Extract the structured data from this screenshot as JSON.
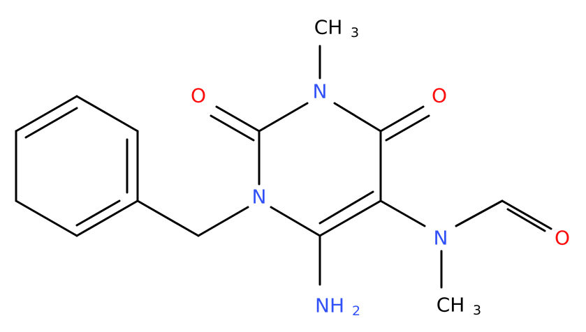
{
  "colors": {
    "bond": "#000000",
    "nitrogen": "#3050f8",
    "oxygen": "#ff0d0d",
    "carbon": "#000000"
  },
  "atom_labels": {
    "n_top": "N",
    "n_left": "N",
    "n_right": "N",
    "o_left": "O",
    "o_right": "O",
    "o_formyl": "O",
    "ch3_top_main": "CH",
    "ch3_top_sub": "3",
    "ch3_bottom_main": "CH",
    "ch3_bottom_sub": "3",
    "nh2_main": "NH",
    "nh2_sub": "2"
  }
}
